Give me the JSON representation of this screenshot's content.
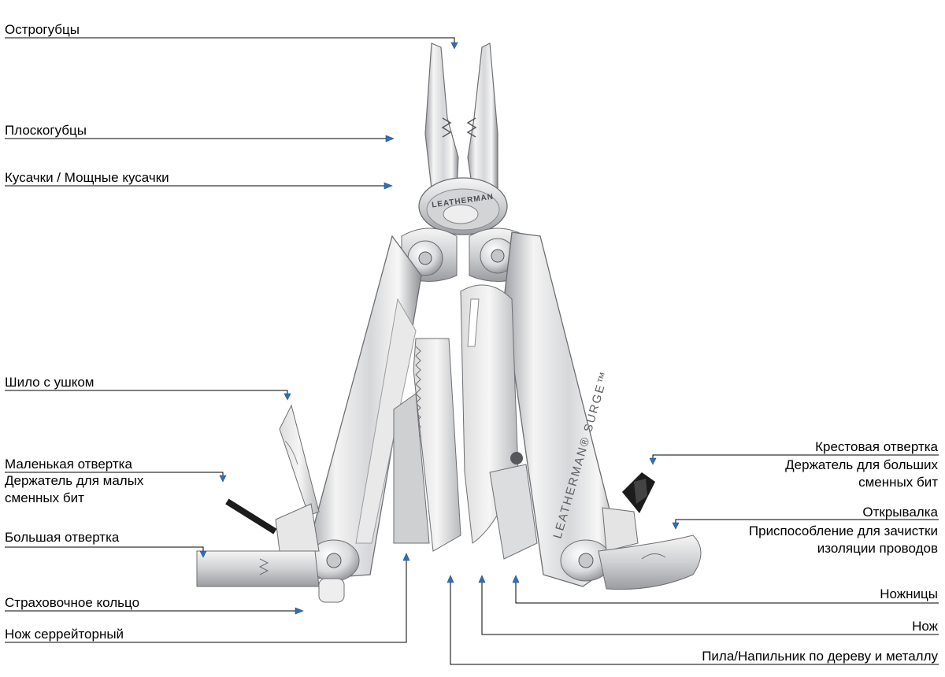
{
  "brand": {
    "logo_text": "LEATHERMAN",
    "handle_text": "LEATHERMAN® SURGE™"
  },
  "labels": {
    "needlenose_pliers": "Острогубцы",
    "regular_pliers": "Плоскогубцы",
    "wire_cutters": "Кусачки / Мощные кусачки",
    "awl": "Шило с ушком",
    "small_screwdriver": "Маленькая отвертка",
    "small_bit_holder_line1": "Держатель для малых",
    "small_bit_holder_line2": "сменных бит",
    "large_screwdriver": "Большая отвертка",
    "lanyard_ring": "Страховочное кольцо",
    "serrated_knife": "Нож серрейторный",
    "phillips_screwdriver": "Крестовая отвертка",
    "large_bit_holder_line1": "Держатель для больших",
    "large_bit_holder_line2": "сменных бит",
    "bottle_opener": "Открывалка",
    "wire_stripper_line1": "Приспособление для зачистки",
    "wire_stripper_line2": "изоляции проводов",
    "scissors": "Ножницы",
    "knife": "Нож",
    "saw_file": "Пила/Напильник по дереву и металлу"
  },
  "colors": {
    "steel_light": "#f2f2f2",
    "steel_mid": "#c9cacc",
    "steel_dark": "#8a8c90",
    "arrow": "#2f6fb8"
  }
}
